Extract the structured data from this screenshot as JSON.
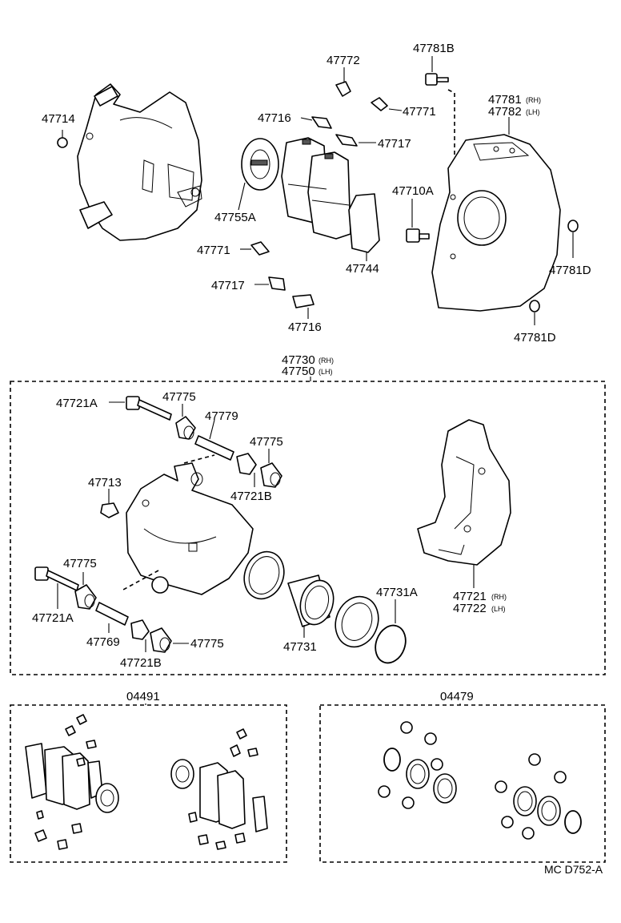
{
  "diagram": {
    "labels": {
      "p47714": "47714",
      "p47772": "47772",
      "p47781B": "47781B",
      "p47771_top": "47771",
      "p47716_top": "47716",
      "p47717_top": "47717",
      "p47781": "47781",
      "p47781_side": "(RH)",
      "p47782": "47782",
      "p47782_side": "(LH)",
      "p47710A": "47710A",
      "p47755A": "47755A",
      "p47771_mid": "47771",
      "p47744": "47744",
      "p47781D_a": "47781D",
      "p47717_mid": "47717",
      "p47716_mid": "47716",
      "p47781D_b": "47781D",
      "p47730": "47730",
      "p47730_side": "(RH)",
      "p47750": "47750",
      "p47750_side": "(LH)",
      "p47721A_top": "47721A",
      "p47775_a": "47775",
      "p47779": "47779",
      "p47775_b": "47775",
      "p47713": "47713",
      "p47721B_top": "47721B",
      "p47775_c": "47775",
      "p47721A_bot": "47721A",
      "p47731A": "47731A",
      "p47721": "47721",
      "p47721_side": "(RH)",
      "p47722": "47722",
      "p47722_side": "(LH)",
      "p47769": "47769",
      "p47775_d": "47775",
      "p47731": "47731",
      "p47721B_bot": "47721B",
      "kit_04491": "04491",
      "kit_04479": "04479",
      "drawing_code": "MC D752-A"
    }
  }
}
